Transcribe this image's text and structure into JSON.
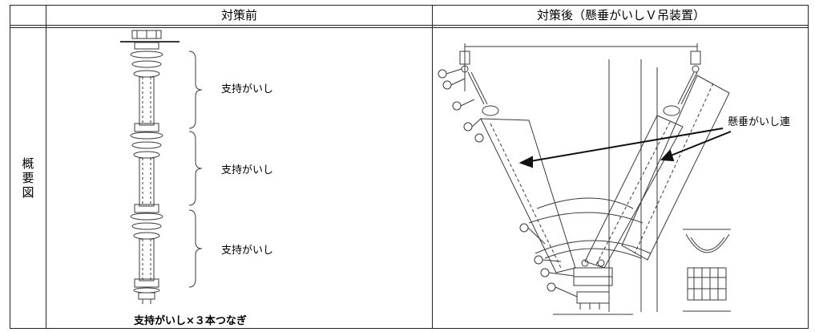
{
  "table": {
    "header_before": "対策前",
    "header_after": "対策後（懸垂がいしＶ吊装置）",
    "row_label": "概要図"
  },
  "before": {
    "support_label_1": "支持がいし",
    "support_label_2": "支持がいし",
    "support_label_3": "支持がいし",
    "caption": "支持がいし×３本つなぎ"
  },
  "after": {
    "callout": "懸垂がいし連"
  },
  "colors": {
    "line": "#222222",
    "drawing": "#3a3a3a"
  }
}
